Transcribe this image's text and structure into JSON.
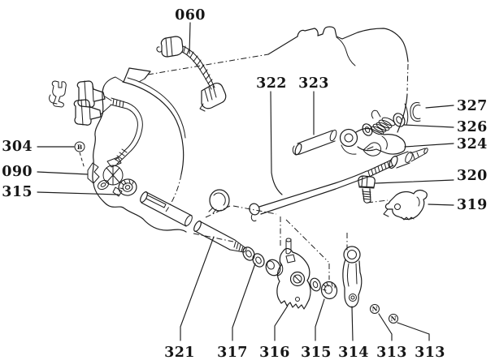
{
  "diagram": {
    "colors": {
      "background": "#ffffff",
      "line": "#1c1c1c"
    },
    "callouts": {
      "n060": "060",
      "n304": "304",
      "n090": "090",
      "n315_left": "315",
      "n322": "322",
      "n323": "323",
      "n327": "327",
      "n326": "326",
      "n324": "324",
      "n320": "320",
      "n319": "319",
      "n321": "321",
      "n317": "317",
      "n316": "316",
      "n315_bottom": "315",
      "n314": "314",
      "n313_left": "313",
      "n313_right": "313"
    },
    "symbols": {
      "bolt_marker": "B",
      "nut_marker_1": "N",
      "nut_marker_2": "N"
    }
  }
}
